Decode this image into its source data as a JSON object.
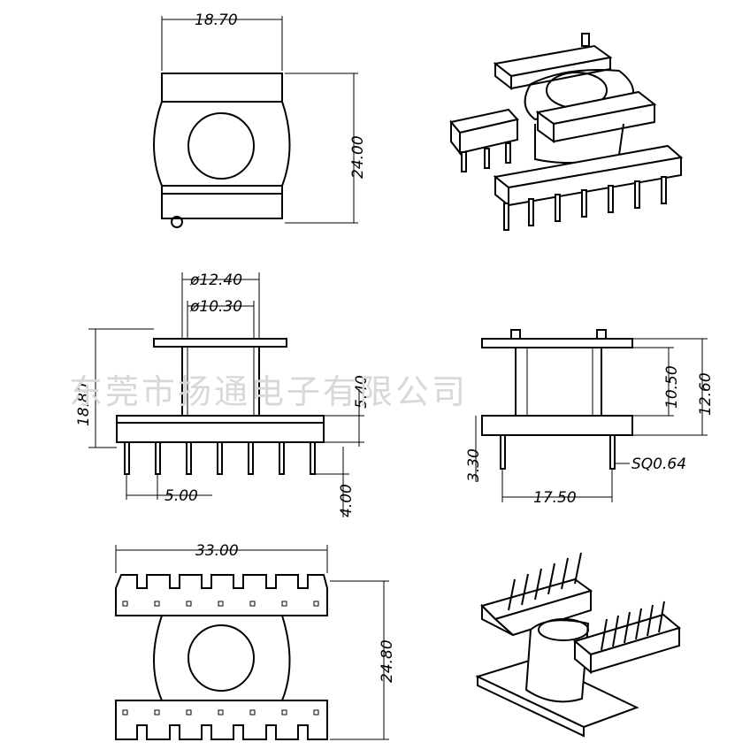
{
  "watermark": "东莞市扬通电子有限公司",
  "dimensions": {
    "top_width": "18.70",
    "top_height": "24.00",
    "diameter_outer": "ø12.40",
    "diameter_inner": "ø10.30",
    "total_height": "18.80",
    "body_height": "5.40",
    "pin_pitch": "5.00",
    "pin_length": "4.00",
    "side_height_outer": "12.60",
    "side_height_inner": "10.50",
    "side_base": "3.30",
    "pin_size": "SQ0.64",
    "side_width": "17.50",
    "bottom_width": "33.00",
    "bottom_height": "24.80"
  }
}
